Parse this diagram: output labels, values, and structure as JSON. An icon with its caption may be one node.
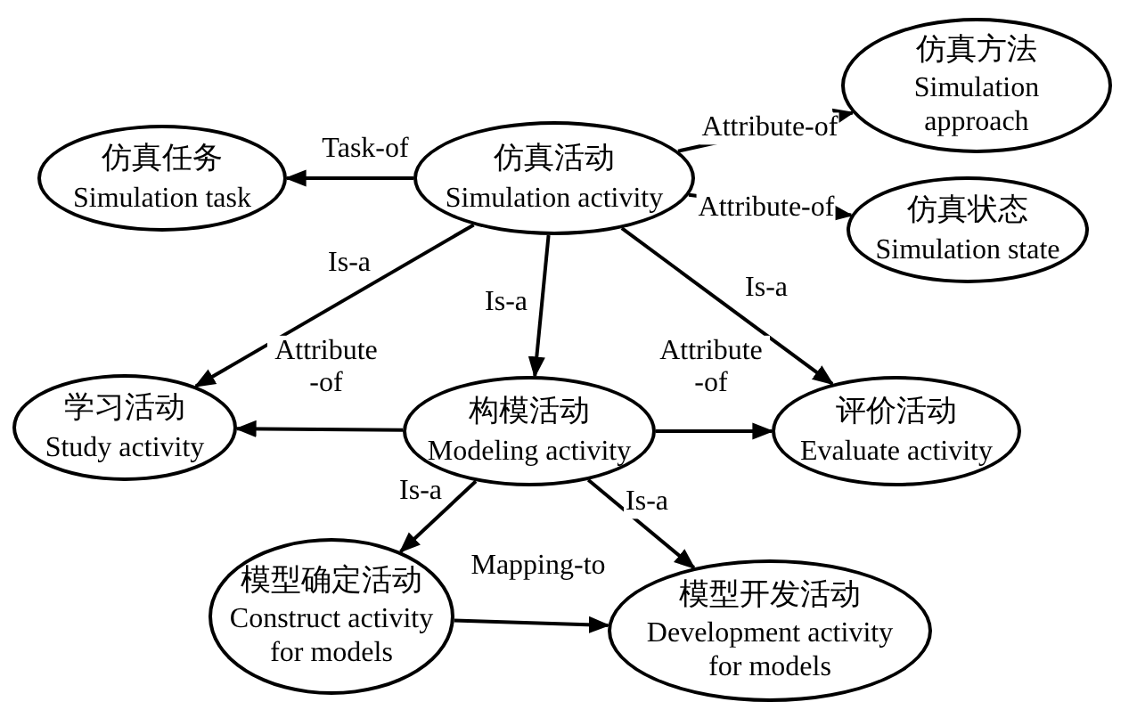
{
  "diagram": {
    "nodes": [
      {
        "text": [
          "仿真活动",
          "Simulation activity"
        ]
      },
      {
        "text": [
          "仿真任务",
          "Simulation task"
        ]
      },
      {
        "text": [
          "仿真方法",
          "Simulation approach"
        ]
      },
      {
        "text": [
          "仿真状态",
          "Simulation state"
        ]
      },
      {
        "text": [
          "学习活动",
          "Study activity"
        ]
      },
      {
        "text": [
          "构模活动",
          "Modeling activity"
        ]
      },
      {
        "text": [
          "评价活动",
          "Evaluate activity"
        ]
      },
      {
        "text": [
          "模型确定活动",
          "Construct activity for models"
        ]
      },
      {
        "text": [
          "模型开发活动",
          "Development activity for models"
        ]
      }
    ],
    "edges": [
      {
        "from": 0,
        "to": 1,
        "arrow": "to",
        "label": "Task-of"
      },
      {
        "from": 0,
        "to": 2,
        "arrow": "to",
        "label": "Attribute-of"
      },
      {
        "from": 0,
        "to": 3,
        "arrow": "to",
        "label": "Attribute-of"
      },
      {
        "from": 0,
        "to": 4,
        "arrow": "to",
        "label": "Is-a"
      },
      {
        "from": 0,
        "to": 5,
        "arrow": "to",
        "label": "Is-a"
      },
      {
        "from": 0,
        "to": 6,
        "arrow": "to",
        "label": "Is-a"
      },
      {
        "from": 5,
        "to": 4,
        "arrow": "to",
        "label": "Attribute -of"
      },
      {
        "from": 5,
        "to": 6,
        "arrow": "to",
        "label": "Attribute -of"
      },
      {
        "from": 5,
        "to": 7,
        "arrow": "to",
        "label": "Is-a"
      },
      {
        "from": 5,
        "to": 8,
        "arrow": "to",
        "label": "Is-a"
      },
      {
        "from": 7,
        "to": 8,
        "arrow": "to",
        "label": "Mapping-to"
      }
    ]
  }
}
